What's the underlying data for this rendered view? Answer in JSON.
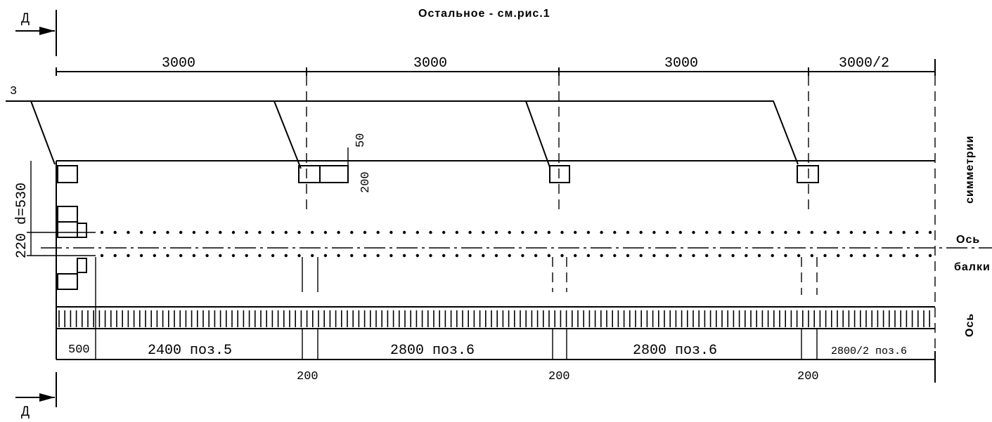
{
  "note": "Остальное - см.рис.1",
  "section_mark": "Д",
  "top_dimensions": [
    "3000",
    "3000",
    "3000",
    "3000/2"
  ],
  "leader_label": "3",
  "block_dims": {
    "top": "50",
    "side": "200"
  },
  "left_dim": "220 d=530",
  "right_labels": {
    "symmetry": "симметрии",
    "axis1": "Ось",
    "beam": "балки",
    "axis2": "Ось"
  },
  "bottom_segments": [
    "500",
    "2400 поз.5",
    "2800 поз.6",
    "2800 поз.6",
    "2800/2 поз.6"
  ],
  "gap_labels": [
    "200",
    "200",
    "200"
  ]
}
